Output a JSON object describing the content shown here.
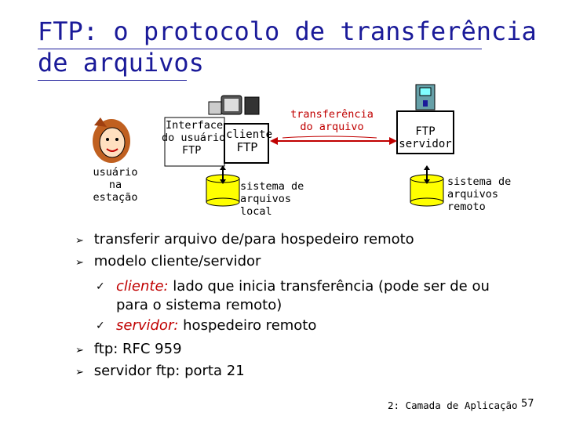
{
  "title": {
    "line1": "FTP: o protocolo de transferência",
    "line2": "de arquivos"
  },
  "diagram": {
    "user_label": [
      "usuário",
      "na",
      "estação"
    ],
    "interface_label": [
      "Interface",
      "do usuário",
      "FTP"
    ],
    "client_label": [
      "cliente",
      "FTP"
    ],
    "transfer_label": [
      "transferência",
      "do arquivo"
    ],
    "server_label": [
      "FTP",
      "servidor"
    ],
    "local_fs_label": [
      "sistema de",
      "arquivos",
      "local"
    ],
    "remote_fs_label": [
      "sistema de",
      "arquivos",
      "remoto"
    ]
  },
  "bullets": [
    {
      "text": "transferir arquivo de/para hospedeiro remoto"
    },
    {
      "text": "modelo cliente/servidor"
    },
    {
      "text": "ftp: RFC 959"
    },
    {
      "text": "servidor ftp: porta 21"
    }
  ],
  "sub_bullets": [
    {
      "term": "cliente:",
      "text": " lado que inicia transferência (pode ser de ou",
      "cont": "para o sistema remoto)"
    },
    {
      "term": "servidor:",
      "text": " hospedeiro remoto"
    }
  ],
  "footer": {
    "chapter": "2: Camada de Aplicação",
    "page": "57"
  },
  "colors": {
    "title": "#1a1a99",
    "accent_red": "#c00000",
    "disk": "#ffff00"
  },
  "icons": {
    "bullet": "arrowhead-bullet-icon",
    "sub_bullet": "check-mark-icon"
  }
}
